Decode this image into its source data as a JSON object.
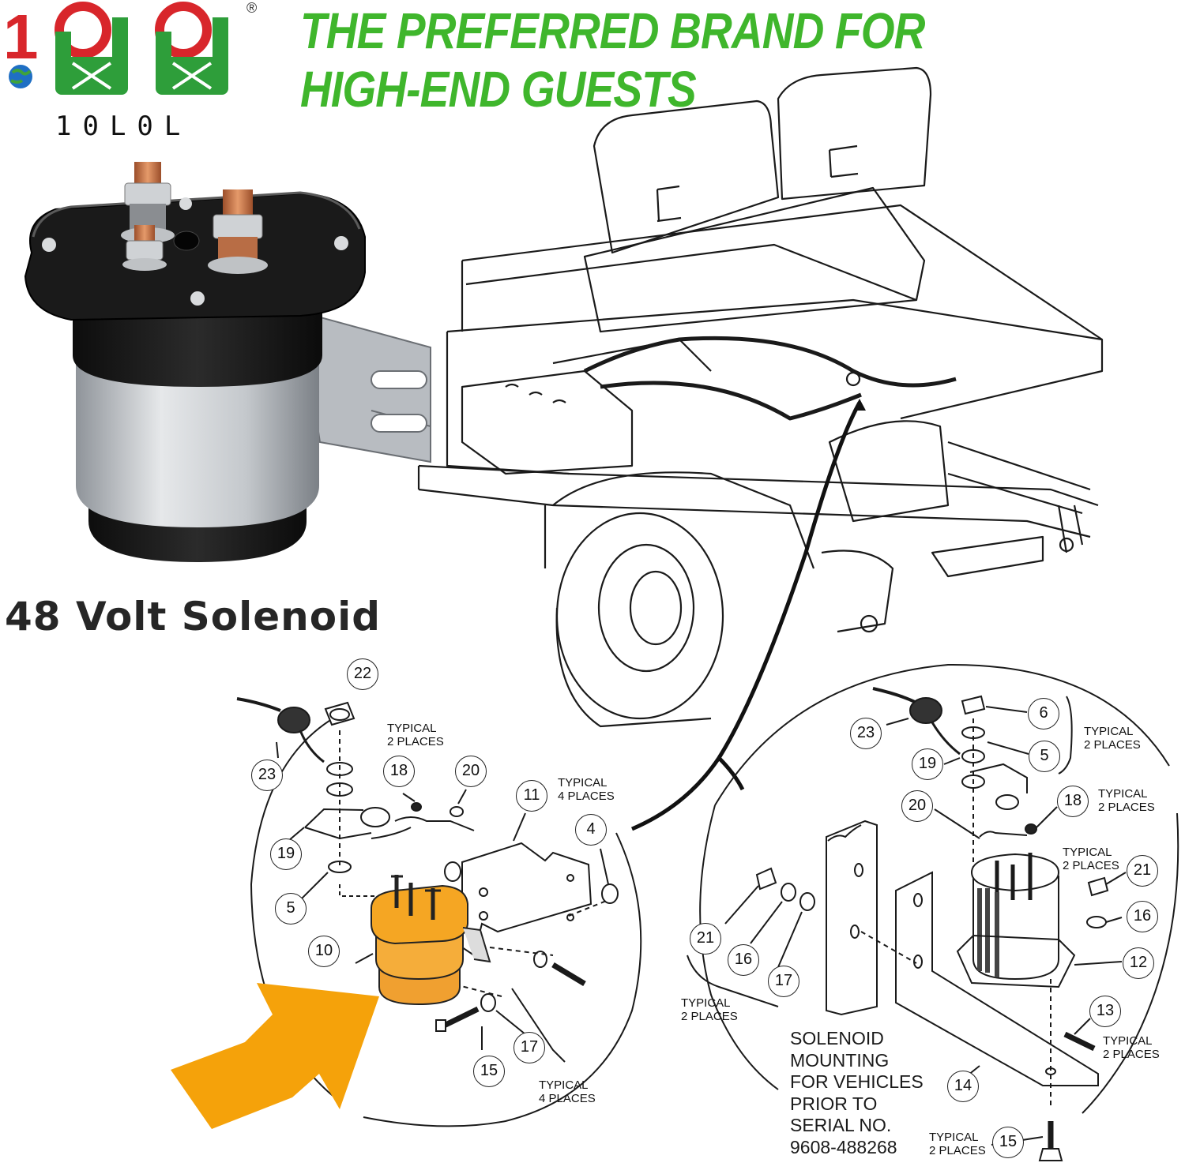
{
  "brand": {
    "logo_text": "10L0L",
    "registered_mark": "®"
  },
  "headline": "THE PREFERRED BRAND FOR HIGH-END GUESTS",
  "product_label": "48 Volt Solenoid",
  "mounting_note": {
    "lines": [
      "SOLENOID",
      "MOUNTING",
      "FOR VEHICLES",
      "PRIOR TO",
      "SERIAL NO.",
      "9608-488268"
    ]
  },
  "left_diagram": {
    "callouts": [
      "22",
      "23",
      "18",
      "20",
      "11",
      "4",
      "19",
      "5",
      "10",
      "15",
      "17"
    ],
    "notes": {
      "n1": [
        "TYPICAL",
        "2 PLACES"
      ],
      "n2": [
        "TYPICAL",
        "4 PLACES"
      ],
      "n3": [
        "TYPICAL",
        "4 PLACES"
      ]
    }
  },
  "right_diagram": {
    "callouts": [
      "6",
      "5",
      "23",
      "19",
      "18",
      "20",
      "21",
      "16",
      "12",
      "21",
      "16",
      "17",
      "13",
      "14",
      "15"
    ],
    "notes": {
      "n1": [
        "TYPICAL",
        "2 PLACES"
      ],
      "n2": [
        "TYPICAL",
        "2 PLACES"
      ],
      "n3": [
        "TYPICAL",
        "2 PLACES"
      ],
      "n4": [
        "TYPICAL",
        "2 PLACES"
      ],
      "n5": [
        "TYPICAL",
        "2 PLACES"
      ],
      "n6": [
        "TYPICAL",
        "2 PLACES"
      ]
    }
  },
  "colors": {
    "headline_green": "#3fb62c",
    "logo_green": "#2e9e3a",
    "logo_red": "#d8262b",
    "highlight_orange": "#f5a623",
    "solenoid_black": "#1c1c1c",
    "solenoid_silver": "#c9ccd0",
    "copper": "#c8744a"
  }
}
